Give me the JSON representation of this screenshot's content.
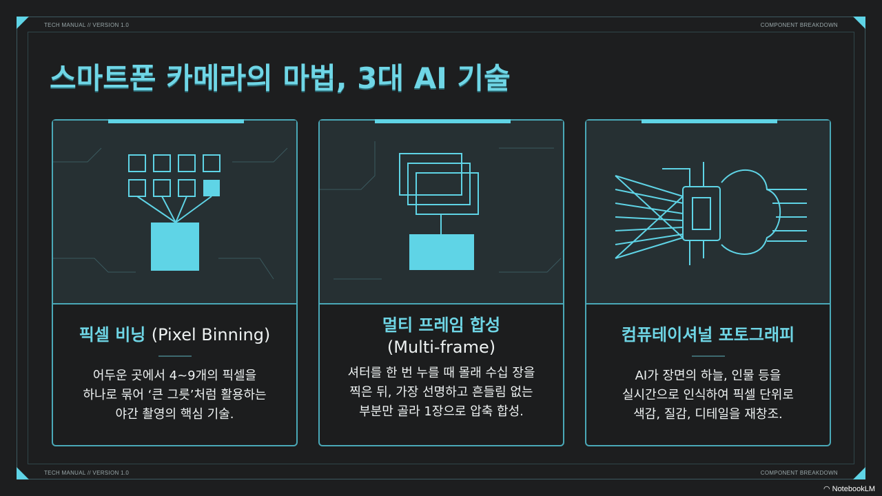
{
  "header": {
    "left": "TECH MANUAL // VERSION 1.0",
    "right": "COMPONENT BREAKDOWN"
  },
  "footer": {
    "left": "TECH MANUAL // VERSION 1.0",
    "right": "COMPONENT BREAKDOWN"
  },
  "title": "스마트폰 카메라의 마법, 3대 AI 기술",
  "cards": [
    {
      "title": "픽셀 비닝",
      "title_en": "(Pixel Binning)",
      "lines": [
        "어두운 곳에서 4~9개의 픽셀을",
        "하나로 묶어 ‘큰 그릇’처럼 활용하는",
        "야간 촬영의 핵심 기술."
      ],
      "icon": "pixel-grid-icon"
    },
    {
      "title": "멀티 프레임 합성",
      "title_en": "(Multi-frame)",
      "lines": [
        "셔터를 한 번 누를 때 몰래 수십 장을",
        "찍은 뒤, 가장 선명하고 흔들림 없는",
        "부분만 골라 1장으로 압축 합성."
      ],
      "icon": "stacked-frames-icon"
    },
    {
      "title": "컴퓨테이셔널 포토그래피",
      "title_en": "",
      "lines": [
        "AI가 장면의 하늘, 인물 등을",
        "실시간으로 인식하여 픽셀 단위로",
        "색감, 질감, 디테일을 재창조."
      ],
      "icon": "chip-brain-icon"
    }
  ],
  "watermark": "NotebookLM",
  "colors": {
    "accent": "#5fd4e6",
    "background": "#1d1e1f"
  }
}
